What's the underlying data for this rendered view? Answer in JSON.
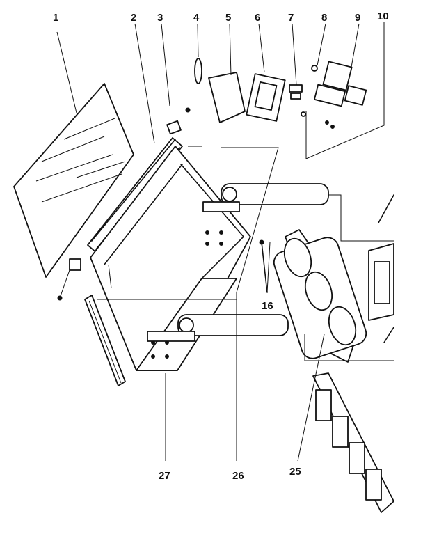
{
  "labels": [
    "1",
    "2",
    "3",
    "4",
    "5",
    "6",
    "7",
    "8",
    "9",
    "10",
    "16",
    "25",
    "26",
    "27"
  ]
}
